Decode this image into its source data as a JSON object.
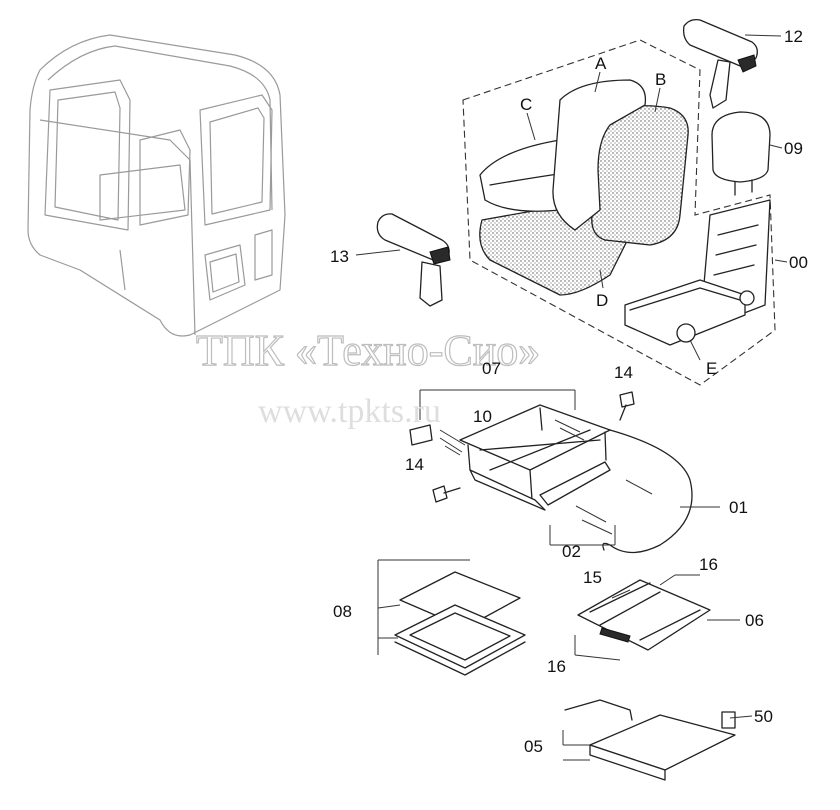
{
  "watermark": {
    "company": "ТПК «Техно-Сио»",
    "website": "www.tpkts.ru"
  },
  "callouts": {
    "p12": "12",
    "p09": "09",
    "p00": "00",
    "p13": "13",
    "A": "A",
    "B": "B",
    "C": "C",
    "D": "D",
    "E": "E",
    "p07": "07",
    "p10": "10",
    "p14a": "14",
    "p14b": "14",
    "p01": "01",
    "p02": "02",
    "p16a": "16",
    "p15": "15",
    "p06": "06",
    "p16b": "16",
    "p08": "08",
    "p05": "05",
    "p50": "50"
  },
  "colors": {
    "line": "#222222",
    "cab_outline": "#9a9a9a",
    "watermark": "#bdbdbd",
    "fabric_dots": "#555555"
  }
}
